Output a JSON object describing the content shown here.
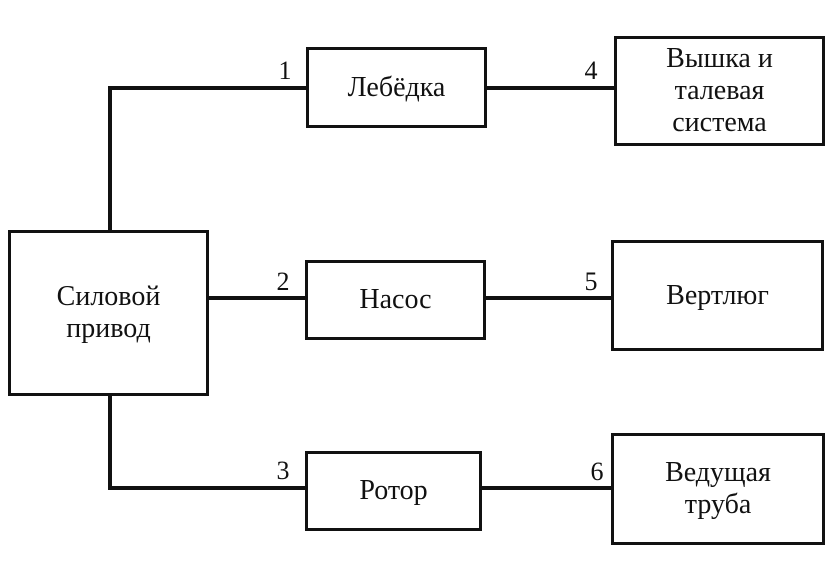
{
  "nodes": {
    "power_drive": "Силовой\nпривод",
    "winch": "Лебёдка",
    "pump": "Насос",
    "rotor": "Ротор",
    "derrick": "Вышка и\nталевая\nсистема",
    "swivel": "Вертлюг",
    "kelly": "Ведущая\nтруба"
  },
  "labels": {
    "l1": "1",
    "l2": "2",
    "l3": "3",
    "l4": "4",
    "l5": "5",
    "l6": "6"
  },
  "colors": {
    "line": "#111111",
    "background": "#ffffff"
  }
}
